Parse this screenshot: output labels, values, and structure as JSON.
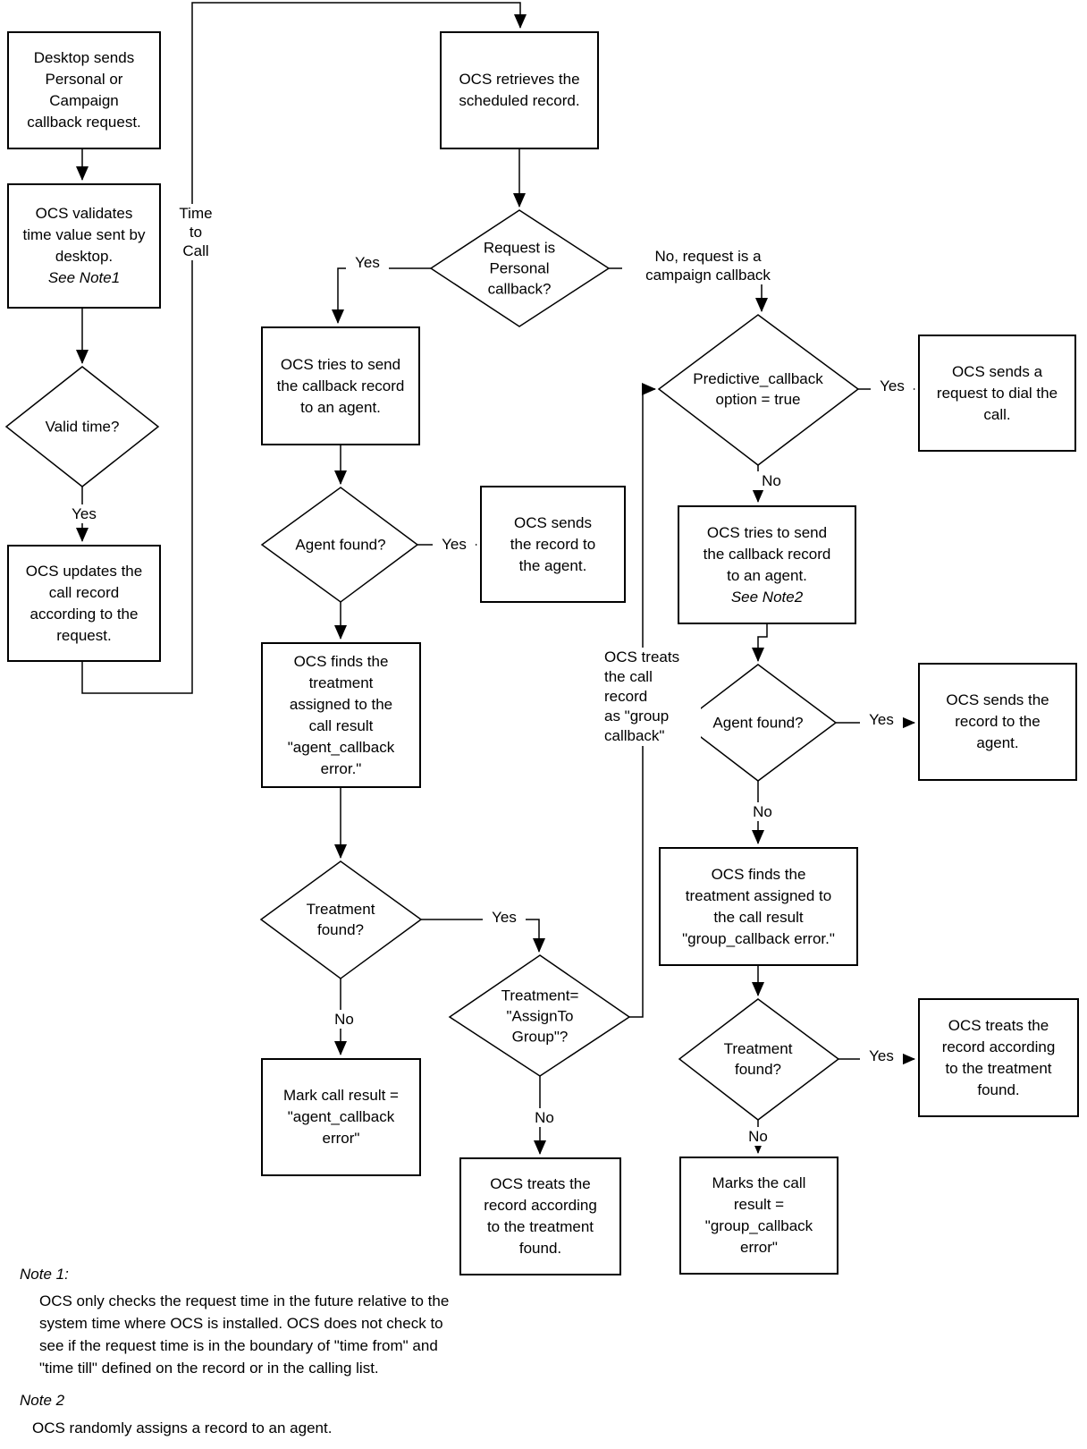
{
  "diagram": {
    "nodes": {
      "desktop_sends": {
        "label": "Desktop sends\nPersonal or\nCampaign\ncallback request."
      },
      "ocs_validates": {
        "label": "OCS validates\ntime value sent by\ndesktop.",
        "note_ref": "See Note1"
      },
      "valid_time": {
        "label": "Valid time?"
      },
      "ocs_updates": {
        "label": "OCS updates the\ncall record\naccording to the\nrequest."
      },
      "ocs_retrieves": {
        "label": "OCS retrieves the\nscheduled record."
      },
      "request_personal": {
        "label": "Request is\nPersonal\ncallback?"
      },
      "tries_personal": {
        "label": "OCS tries to send\nthe callback record\nto an agent."
      },
      "agent_found_personal": {
        "label": "Agent found?"
      },
      "sends_personal": {
        "label": "OCS sends\nthe record to\nthe agent."
      },
      "finds_personal": {
        "label": "OCS finds the\ntreatment\nassigned to the\ncall result\n\"agent_callback\nerror.\""
      },
      "treatment_found_personal": {
        "label": "Treatment\nfound?"
      },
      "mark_agent_error": {
        "label": "Mark call result =\n\"agent_callback\nerror\""
      },
      "assign_to_group": {
        "label": "Treatment=\n\"AssignTo\nGroup\"?"
      },
      "treats_personal": {
        "label": "OCS treats the\nrecord according\nto the treatment\nfound."
      },
      "predictive": {
        "label": "Predictive_callback\noption = true"
      },
      "dial": {
        "label": "OCS sends a\nrequest to dial the\ncall."
      },
      "tries_campaign": {
        "label": "OCS tries to send\nthe callback record\nto an agent.",
        "note_ref": "See Note2"
      },
      "agent_found_campaign": {
        "label": "Agent found?"
      },
      "sends_campaign": {
        "label": "OCS sends the\nrecord to the\nagent."
      },
      "finds_campaign": {
        "label": "OCS finds the\ntreatment assigned to\nthe call result\n\"group_callback error.\""
      },
      "treatment_found_campaign": {
        "label": "Treatment\nfound?"
      },
      "treats_campaign": {
        "label": "OCS treats the\nrecord according\nto the treatment\nfound."
      },
      "marks_group_error": {
        "label": "Marks the call\nresult =\n\"group_callback\nerror\""
      }
    },
    "edge_labels": {
      "time_to_call": "Time\nto\nCall",
      "valid_yes": "Yes",
      "request_yes": "Yes",
      "request_no": "No, request is a\ncampaign callback",
      "agent_p_yes": "Yes",
      "treatment_p_yes": "Yes",
      "treatment_p_no": "No",
      "assign_no": "No",
      "group_callback_note": "OCS treats\nthe call\nrecord\nas \"group\ncallback\"",
      "predictive_yes": "Yes",
      "predictive_no": "No",
      "agent_c_yes": "Yes",
      "agent_c_no": "No",
      "treatment_c_yes": "Yes",
      "treatment_c_no": "No"
    },
    "notes": {
      "note1_title": "Note 1:",
      "note1_body": "OCS only checks the request time in the future relative to the\nsystem time where OCS is installed.  OCS does not check to\nsee if the request time is in the boundary of \"time from\" and\n\"time till\" defined on the record or in the calling list.",
      "note2_title": "Note 2",
      "note2_body": "OCS randomly assigns a record to an agent."
    }
  }
}
